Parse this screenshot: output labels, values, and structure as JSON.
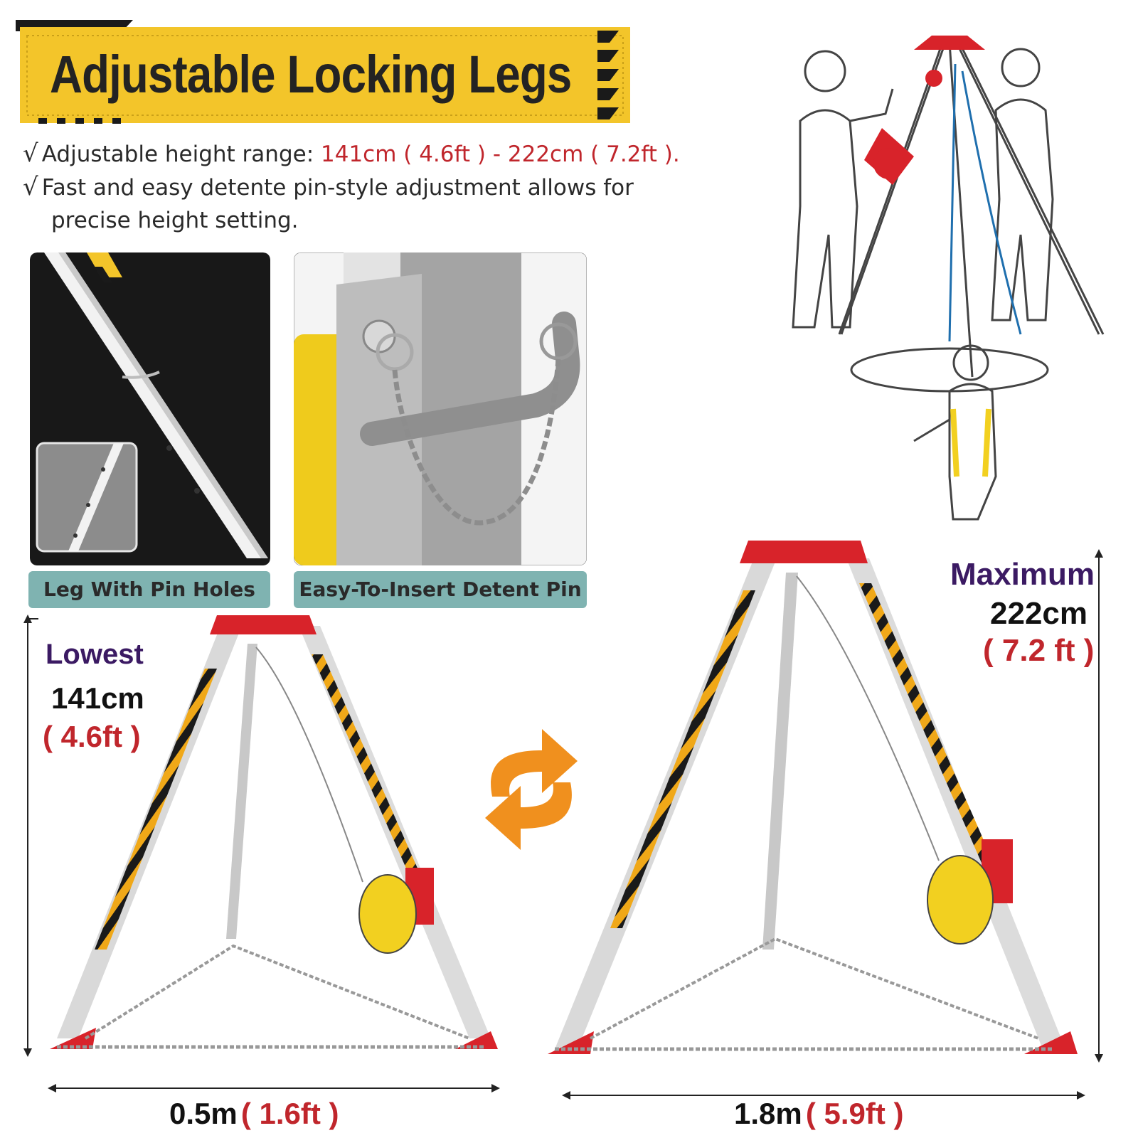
{
  "banner": {
    "title": "Adjustable Locking Legs"
  },
  "features": [
    {
      "check": "√",
      "text": "Adjustable height range: ",
      "highlight": "141cm ( 4.6ft ) - 222cm ( 7.2ft )."
    },
    {
      "check": "√",
      "text": "Fast and easy detente pin-style adjustment allows for",
      "continuation": "precise height setting."
    }
  ],
  "photos": [
    {
      "caption": "Leg With Pin Holes"
    },
    {
      "caption": "Easy-To-Insert Detent Pin"
    }
  ],
  "lowest": {
    "label": "Lowest",
    "value": "141cm",
    "imperial": "( 4.6ft )",
    "spread": "0.5m",
    "spread_imperial": "( 1.6ft )"
  },
  "maximum": {
    "label": "Maximum",
    "value": "222cm",
    "imperial": "( 7.2 ft )",
    "spread": "1.8m",
    "spread_imperial": "( 5.9ft )"
  },
  "icons": [
    "hazard-stripes",
    "swap-arrows-icon",
    "check-icon"
  ],
  "colors": {
    "banner_yellow": "#f3c52a",
    "accent_red": "#c0262c",
    "label_purple": "#3b1a63",
    "caption_teal": "#7fb3b1",
    "swap_orange": "#f0901e"
  }
}
